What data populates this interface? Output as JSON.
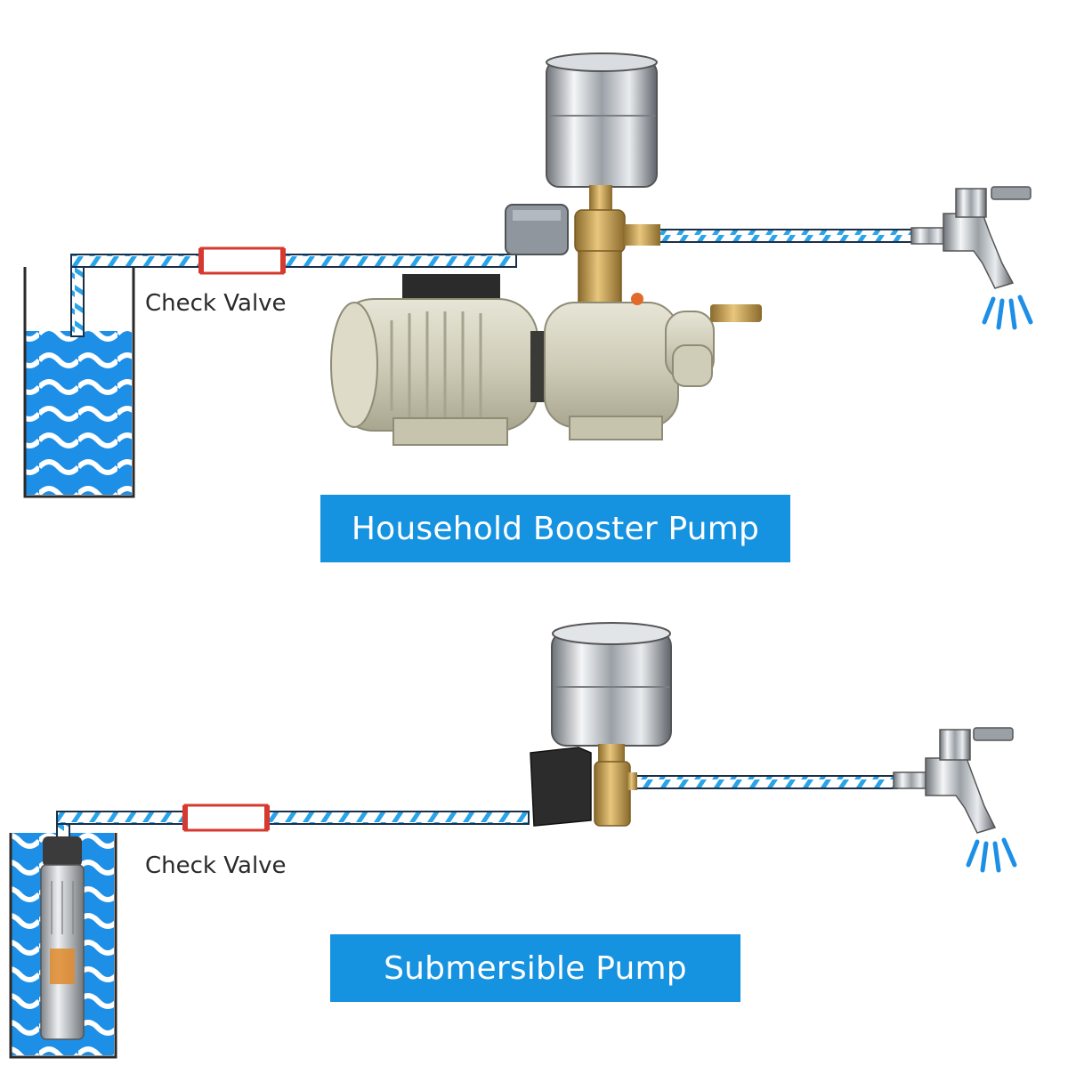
{
  "sections": [
    {
      "caption": "Household Booster Pump",
      "valve_label": "Check Valve"
    },
    {
      "caption": "Submersible Pump",
      "valve_label": "Check Valve"
    }
  ],
  "colors": {
    "water": "#1e8fe6",
    "pipe_stripe": "#2aa4e8",
    "pipe_dark": "#1b2f4a",
    "valve": "#d63a2e",
    "caption_bg": "#1592e0",
    "pump_body": "#d9d6c4",
    "steel": "#c9cdd2",
    "brass": "#c9a25a"
  },
  "icons": [
    "water-tank-icon",
    "pipe-icon",
    "check-valve-icon",
    "pressure-tank-icon",
    "pressure-switch-icon",
    "booster-pump-icon",
    "submersible-pump-icon",
    "water-tap-icon",
    "water-spray-icon"
  ]
}
